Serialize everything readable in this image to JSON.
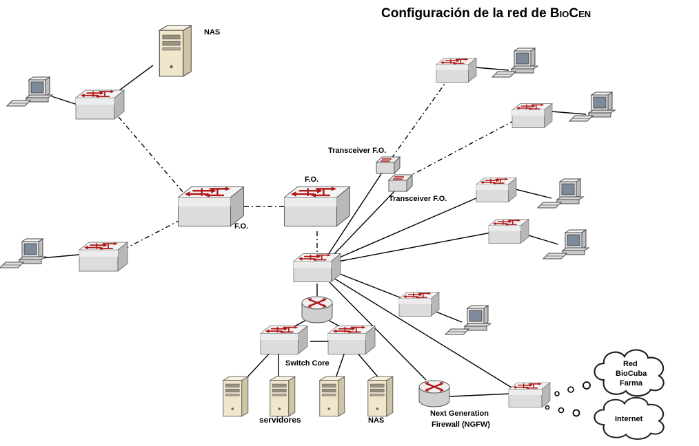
{
  "title_main": "Configuración de la red de ",
  "title_brand": "BioCen",
  "labels": {
    "nas_top": "NAS",
    "fo_left": "F.O.",
    "fo_right": "F.O.",
    "transceiver_1": "Transceiver F.O.",
    "transceiver_2": "Transceiver F.O.",
    "switch_core": "Switch Core",
    "servidores": "servidores",
    "nas_bottom": "NAS",
    "ngfw_line1": "Next Generation",
    "ngfw_line2": "Firewall (NGFW)",
    "cloud_biocuba_1": "Red",
    "cloud_biocuba_2": "BioCuba",
    "cloud_biocuba_3": "Farma",
    "cloud_internet": "Internet"
  },
  "colors": {
    "switch_top": "#f2f2f2",
    "switch_side": "#c9c9c9",
    "arrow_red": "#b01818",
    "server_body": "#efe6cc",
    "router_red": "#b01818"
  }
}
